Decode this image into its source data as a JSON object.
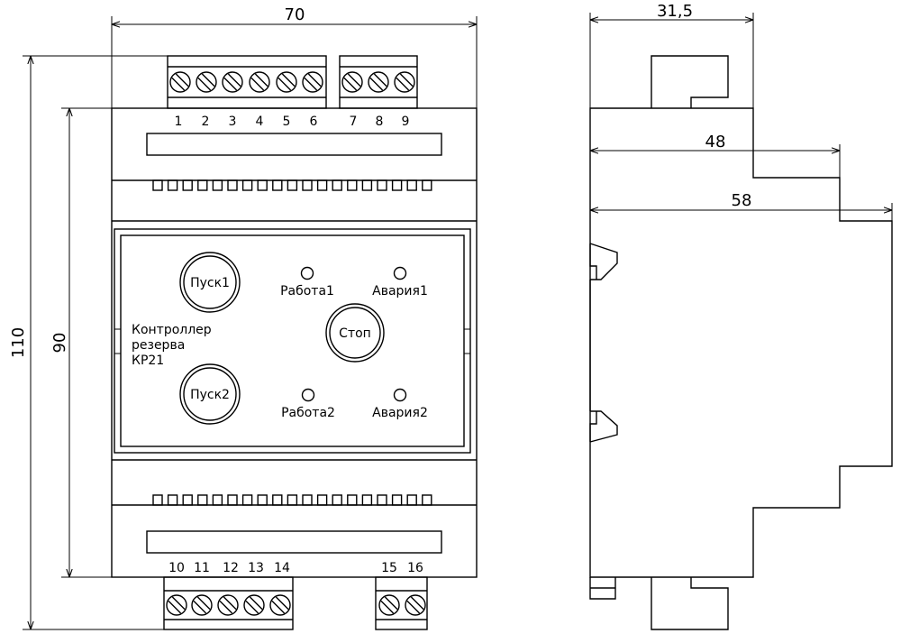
{
  "dimensions": {
    "front_width": "70",
    "front_total_height": "110",
    "front_body_height": "90",
    "side_top": "31,5",
    "side_middle": "48",
    "side_full": "58"
  },
  "top_terminals": [
    "1",
    "2",
    "3",
    "4",
    "5",
    "6",
    "7",
    "8",
    "9"
  ],
  "bottom_terminals": [
    "10",
    "11",
    "12",
    "13",
    "14",
    "15",
    "16"
  ],
  "panel": {
    "device_name_lines": [
      "Контроллер",
      "резерва",
      "КР21"
    ],
    "buttons": {
      "start1": "Пуск1",
      "start2": "Пуск2",
      "stop": "Стоп"
    },
    "leds": {
      "work1": "Работа1",
      "alarm1": "Авария1",
      "work2": "Работа2",
      "alarm2": "Авария2"
    }
  }
}
